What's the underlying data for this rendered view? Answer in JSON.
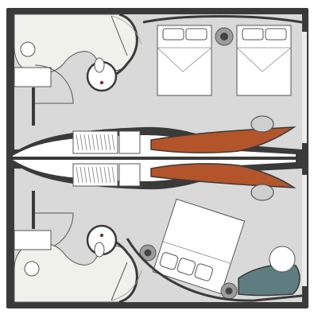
{
  "plan": {
    "colors": {
      "wall": "#3a3a3a",
      "floor": "#d9d9d9",
      "marble": "#f1f1ec",
      "wood": "#b3542b",
      "sofa_teal": "#5f7d80",
      "bed_white": "#ffffff",
      "lamp": "#7a7a7a",
      "lamp_ring": "#9c9c9c",
      "wardrobe": "#ffffff",
      "line": "#555555",
      "toilet_red": "#8a2b2b"
    },
    "rooms": [
      {
        "name": "upper-room",
        "beds": 2,
        "bed_style": "twin"
      },
      {
        "name": "lower-room",
        "beds": 1,
        "bed_style": "double",
        "lounge": "chaise-sofa"
      }
    ]
  }
}
